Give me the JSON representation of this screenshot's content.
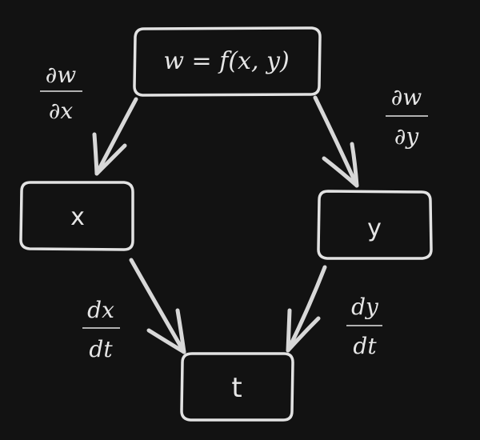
{
  "nodes": {
    "w": {
      "label": "w = f(x, y)"
    },
    "x": {
      "label": "x"
    },
    "y": {
      "label": "y"
    },
    "t": {
      "label": "t"
    }
  },
  "edges": {
    "w_to_x": {
      "num": "∂w",
      "den": "∂x"
    },
    "w_to_y": {
      "num": "∂w",
      "den": "∂y"
    },
    "x_to_t": {
      "num": "dx",
      "den": "dt"
    },
    "y_to_t": {
      "num": "dy",
      "den": "dt"
    }
  },
  "colors": {
    "background": "#121212",
    "stroke": "#e2e2e2",
    "text": "#e6e6e6"
  }
}
